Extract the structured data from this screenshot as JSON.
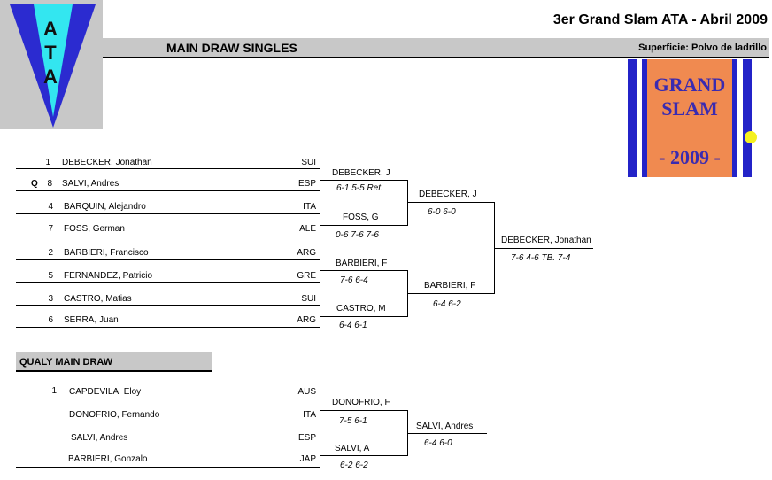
{
  "logo": {
    "letters": [
      "A",
      "T",
      "A"
    ]
  },
  "header": {
    "title": "3er Grand Slam ATA - Abril 2009",
    "section": "MAIN DRAW SINGLES",
    "surface": "Superficie: Polvo de ladrillo"
  },
  "badge": {
    "line1": "GRAND",
    "line2": "SLAM",
    "year": "- 2009 -"
  },
  "main_draw": {
    "players": [
      {
        "seed": "1",
        "q": "",
        "name": "DEBECKER, Jonathan",
        "country": "SUI"
      },
      {
        "seed": "8",
        "q": "Q",
        "name": "SALVI, Andres",
        "country": "ESP"
      },
      {
        "seed": "4",
        "q": "",
        "name": "BARQUIN, Alejandro",
        "country": "ITA"
      },
      {
        "seed": "7",
        "q": "",
        "name": "FOSS, German",
        "country": "ALE"
      },
      {
        "seed": "2",
        "q": "",
        "name": "BARBIERI, Francisco",
        "country": "ARG"
      },
      {
        "seed": "5",
        "q": "",
        "name": "FERNANDEZ, Patricio",
        "country": "GRE"
      },
      {
        "seed": "3",
        "q": "",
        "name": "CASTRO, Matias",
        "country": "SUI"
      },
      {
        "seed": "6",
        "q": "",
        "name": "SERRA, Juan",
        "country": "ARG"
      }
    ],
    "quarterfinals": [
      {
        "winner": "DEBECKER, J",
        "score": "6-1 5-5 Ret."
      },
      {
        "winner": "FOSS, G",
        "score": "0-6 7-6 7-6"
      },
      {
        "winner": "BARBIERI, F",
        "score": "7-6 6-4"
      },
      {
        "winner": "CASTRO, M",
        "score": "6-4 6-1"
      }
    ],
    "semifinals": [
      {
        "winner": "DEBECKER, J",
        "score": "6-0 6-0"
      },
      {
        "winner": "BARBIERI, F",
        "score": "6-4 6-2"
      }
    ],
    "final": {
      "winner": "DEBECKER, Jonathan",
      "score": "7-6 4-6 TB. 7-4"
    }
  },
  "qualy": {
    "title": "QUALY MAIN DRAW",
    "players": [
      {
        "seed": "1",
        "name": "CAPDEVILA, Eloy",
        "country": "AUS"
      },
      {
        "seed": "",
        "name": "DONOFRIO, Fernando",
        "country": "ITA"
      },
      {
        "seed": "",
        "name": "SALVI, Andres",
        "country": "ESP"
      },
      {
        "seed": "",
        "name": "BARBIERI, Gonzalo",
        "country": "JAP"
      }
    ],
    "round1": [
      {
        "winner": "DONOFRIO, F",
        "score": "7-5 6-1"
      },
      {
        "winner": "SALVI, A",
        "score": "6-2 6-2"
      }
    ],
    "final": {
      "winner": "SALVI, Andres",
      "score": "6-4 6-0"
    }
  }
}
